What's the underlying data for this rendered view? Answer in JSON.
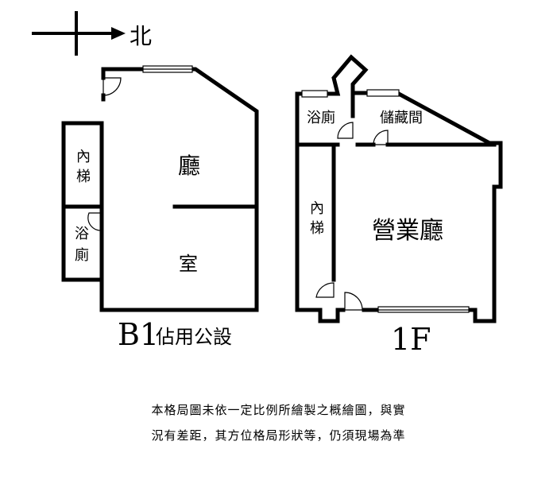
{
  "compass": {
    "label": "北"
  },
  "b1": {
    "title": "B1",
    "subtitle": "佔用公設",
    "rooms": {
      "inner_stairs": [
        "內",
        "梯"
      ],
      "bathroom": [
        "浴",
        "廁"
      ],
      "hall": "廳",
      "room": "室"
    }
  },
  "f1": {
    "title": "1F",
    "rooms": {
      "bathroom": "浴廁",
      "storage": "儲藏間",
      "inner_stairs": [
        "內",
        "梯"
      ],
      "business_hall": "營業廳"
    }
  },
  "disclaimer": {
    "line1": "本格局圖未依一定比例所繪製之概繪圖，與實",
    "line2": "況有差距，其方位格局形狀等，仍須現場為準"
  }
}
